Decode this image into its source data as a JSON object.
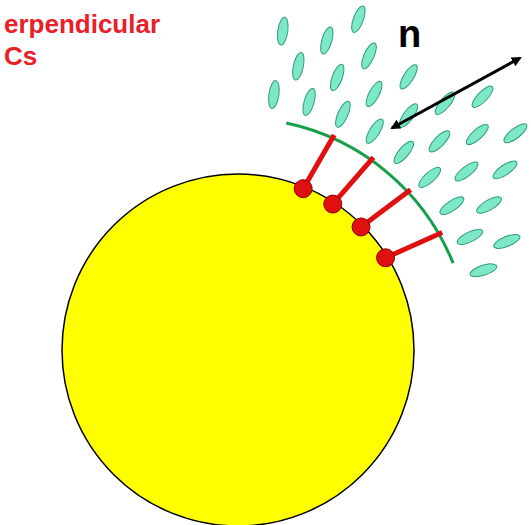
{
  "diagram": {
    "labels": [
      "erpendicular",
      "Cs",
      "n"
    ]
  }
}
